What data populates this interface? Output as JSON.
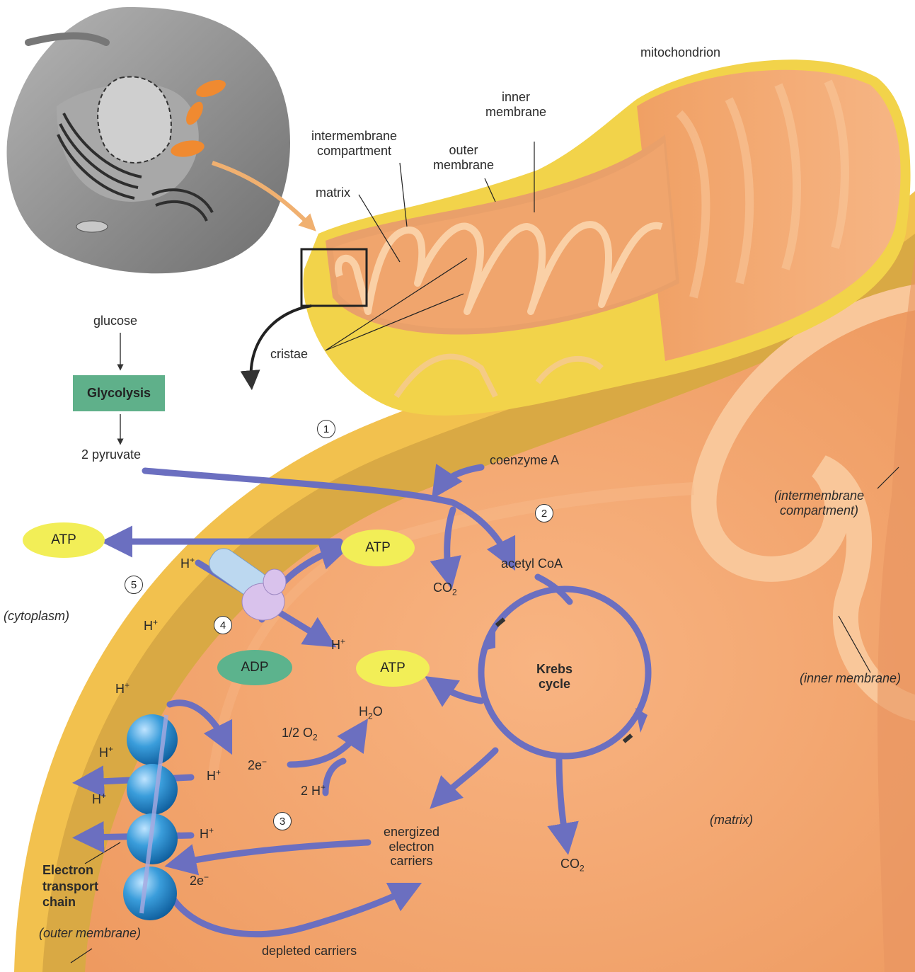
{
  "labels": {
    "mitochondrion": "mitochondrion",
    "inner_membrane": "inner\nmembrane",
    "intermembrane_compartment": "intermembrane\ncompartment",
    "outer_membrane": "outer\nmembrane",
    "matrix": "matrix",
    "cristae": "cristae",
    "glucose": "glucose",
    "glycolysis": "Glycolysis",
    "pyruvate": "2 pyruvate",
    "coenzyme_a": "coenzyme A",
    "intermembrane_italic": "(intermembrane\ncompartment)",
    "atp_cytoplasm": "ATP",
    "atp_synthase": "ATP",
    "atp_krebs": "ATP",
    "co2_top": "CO",
    "co2_bottom": "CO",
    "acetyl_coa": "acetyl CoA",
    "cytoplasm": "(cytoplasm)",
    "adp": "ADP",
    "krebs_cycle": "Krebs\ncycle",
    "inner_membrane_italic": "(inner membrane)",
    "h2o": "H",
    "half_o2": "1/2 O",
    "two_e_top": "2e",
    "two_e_bottom": "2e",
    "two_h": "2 H",
    "h_plus": "H",
    "energized_carriers": "energized\nelectron\ncarriers",
    "matrix_italic": "(matrix)",
    "etc": "Electron\ntransport\nchain",
    "outer_membrane_italic": "(outer membrane)",
    "depleted_carriers": "depleted carriers",
    "sub_2": "2",
    "sup_plus": "+",
    "sup_minus": "−"
  },
  "steps": [
    "1",
    "2",
    "3",
    "4",
    "5"
  ],
  "colors": {
    "outer_membrane": "#f2c14e",
    "intermembrane": "#e3b24a",
    "matrix": "#f5a66e",
    "inner_membrane": "#f9c79a",
    "arrow": "#6b6fc0",
    "atp": "#f2ee57",
    "adp": "#5cb38d",
    "glycolysis": "#5fb08a",
    "etc_sphere": "#2a8fd0",
    "cell": "#8a8a8a"
  }
}
